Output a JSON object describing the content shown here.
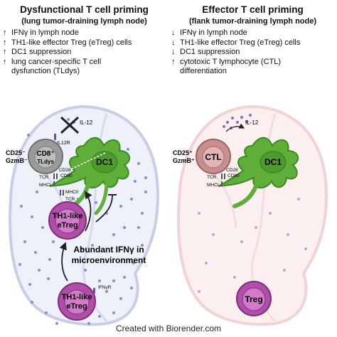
{
  "left": {
    "title": "Dysfunctional T cell priming",
    "subtitle": "(lung tumor-draining lymph node)",
    "bullets": [
      {
        "arrow": "↑",
        "text": "IFNγ in lymph node"
      },
      {
        "arrow": "↑",
        "text": "TH1-like effector Treg (eTreg) cells"
      },
      {
        "arrow": "↑",
        "text": "DC1 suppression"
      },
      {
        "arrow": "↑",
        "text": "lung cancer-specific T cell"
      },
      {
        "arrow": "",
        "text": "dysfunction (TLdys)"
      }
    ],
    "labels": {
      "il12": "IL-12",
      "il12r": "IL12R",
      "cd25": "CD25⁻",
      "gzmb": "GzmB⁻",
      "cd8": "CD8⁺",
      "tldys": "TLdys",
      "dc1": "DC1",
      "cd28": "CD28",
      "cd80": "CD80",
      "tcr": "TCR",
      "mhci": "MHCI",
      "mhcii": "MHCII",
      "tcr2": "TCR",
      "treg1_line1": "TH1-like",
      "treg1_line2": "eTreg",
      "abundant_line1": "Abundant IFNγ in",
      "abundant_line2": "microenvironment",
      "treg2_line1": "TH1-like",
      "treg2_line2": "eTreg",
      "ifngr": "IFNγR"
    }
  },
  "right": {
    "title": "Effector T cell priming",
    "subtitle": "(flank tumor-draining lymph node)",
    "bullets": [
      {
        "arrow": "↓",
        "text": "IFNγ in lymph node"
      },
      {
        "arrow": "↓",
        "text": "TH1-like effector Treg (eTreg) cells"
      },
      {
        "arrow": "↓",
        "text": "DC1 suppression"
      },
      {
        "arrow": "↑",
        "text": "cytotoxic T lymphocyte (CTL)"
      },
      {
        "arrow": "",
        "text": "differentiation"
      }
    ],
    "labels": {
      "il12": "IL-12",
      "cd25": "CD25⁺",
      "gzmb": "GzmB⁺",
      "ctl": "CTL",
      "dc1": "DC1",
      "cd28": "CD28",
      "cd80": "CD80",
      "tcr": "TCR",
      "mhci": "MHCI",
      "treg": "Treg"
    }
  },
  "footer": "Created with Biorender.com",
  "colors": {
    "left_node_fill": "#eef0fa",
    "left_node_stroke": "#c9cde6",
    "right_node_fill": "#fbeff0",
    "right_node_stroke": "#f1d2d6",
    "dc1": "#5fae3a",
    "cd8": "#8d8d8d",
    "ctl": "#c98f8f",
    "treg": "#b04fa8",
    "dots": "#8d8fc4"
  }
}
